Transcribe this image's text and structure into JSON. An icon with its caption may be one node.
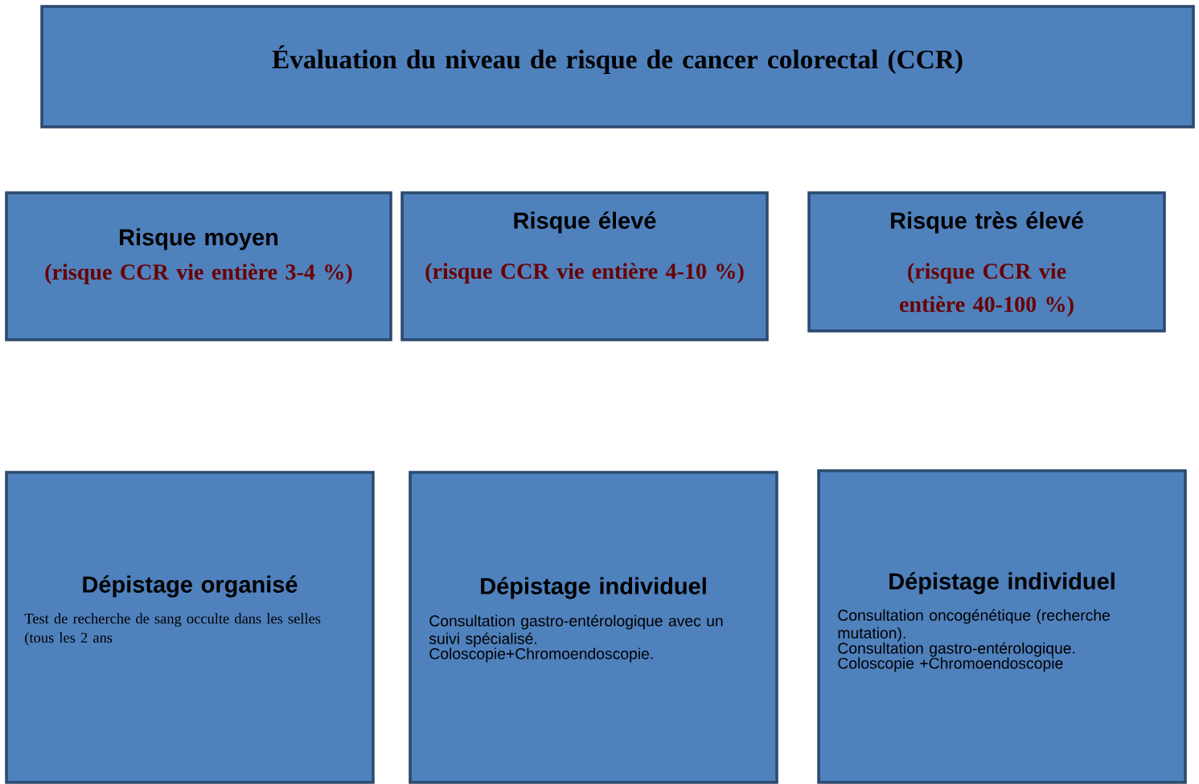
{
  "diagram": {
    "nodes": [
      {
        "text": [
          "Évaluation du niveau de risque de cancer colorectal (CCR)"
        ]
      },
      {
        "text": [
          "Risque moyen",
          "(risque CCR vie entière 3-4 %)"
        ]
      },
      {
        "text": [
          "Risque élevé",
          "(risque CCR vie entière 4-10 %)"
        ]
      },
      {
        "text": [
          "Risque très élevé",
          "(risque CCR vie entière 40-100 %)"
        ]
      },
      {
        "text": [
          "Dépistage organisé",
          "Test de recherche de sang occulte dans les selles (tous les 2 ans"
        ]
      },
      {
        "text": [
          "Dépistage individuel",
          "Consultation gastro-entérologique  avec un suivi spécialisé.",
          "Coloscopie+Chromoendoscopie."
        ]
      },
      {
        "text": [
          "Dépistage individuel",
          "Consultation oncogénétique (recherche mutation).",
          "Consultation gastro-entérologique.",
          "Coloscopie +Chromoendoscopie"
        ]
      }
    ]
  }
}
